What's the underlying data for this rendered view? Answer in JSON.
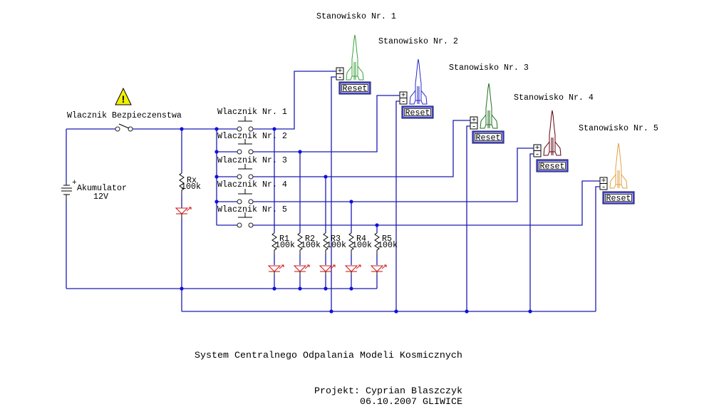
{
  "diagram": {
    "title": "System Centralnego Odpalania Modeli Kosmicznych",
    "author": "Projekt: Cyprian Blaszczyk",
    "date_place": "06.10.2007 GLIWICE",
    "safety_switch": {
      "label": "Wlacznik Bezpieczenstwa",
      "icon": "warning-icon",
      "warning_glyph": "!"
    },
    "battery": {
      "label": "Akumulator",
      "voltage": "12V",
      "polarity": "+"
    },
    "indicator_resistor": {
      "name": "Rx",
      "value": "100k"
    },
    "switches": [
      {
        "label": "Wlacznik Nr. 1"
      },
      {
        "label": "Wlacznik Nr. 2"
      },
      {
        "label": "Wlacznik Nr. 3"
      },
      {
        "label": "Wlacznik Nr. 4"
      },
      {
        "label": "Wlacznik Nr. 5"
      }
    ],
    "resistors": [
      {
        "name": "R1",
        "value": "100k"
      },
      {
        "name": "R2",
        "value": "100k"
      },
      {
        "name": "R3",
        "value": "100k"
      },
      {
        "name": "R4",
        "value": "100k"
      },
      {
        "name": "R5",
        "value": "100k"
      }
    ],
    "stations": [
      {
        "label": "Stanowisko Nr. 1",
        "reset_label": "Reset",
        "plus": "+",
        "minus": "-",
        "rocket_color": "#3aa03a"
      },
      {
        "label": "Stanowisko Nr. 2",
        "reset_label": "Reset",
        "plus": "+",
        "minus": "-",
        "rocket_color": "#2828c8"
      },
      {
        "label": "Stanowisko Nr. 3",
        "reset_label": "Reset",
        "plus": "+",
        "minus": "-",
        "rocket_color": "#1e6e1e"
      },
      {
        "label": "Stanowisko Nr. 4",
        "reset_label": "Reset",
        "plus": "+",
        "minus": "-",
        "rocket_color": "#600010"
      },
      {
        "label": "Stanowisko Nr. 5",
        "reset_label": "Reset",
        "plus": "+",
        "minus": "-",
        "rocket_color": "#e0a040"
      }
    ]
  },
  "colors": {
    "wire": "#1c1cb0",
    "junction": "#1010e0",
    "led": "#d02020",
    "warning_fill": "#f0f000"
  }
}
